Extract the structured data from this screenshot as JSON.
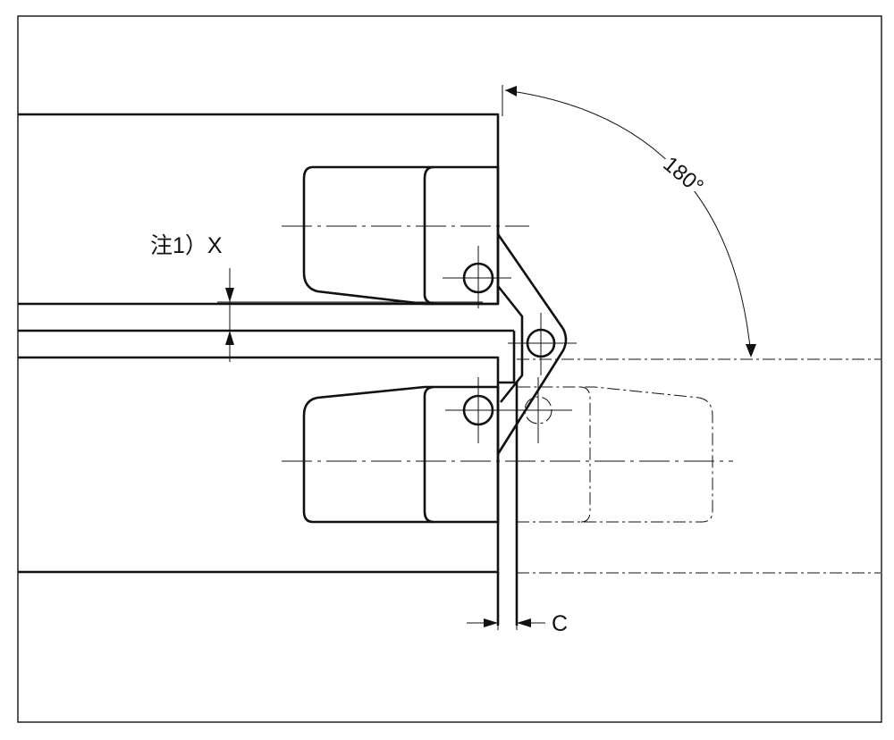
{
  "labels": {
    "angle": "180°",
    "note_x": "注1）X",
    "clearance": "C"
  }
}
